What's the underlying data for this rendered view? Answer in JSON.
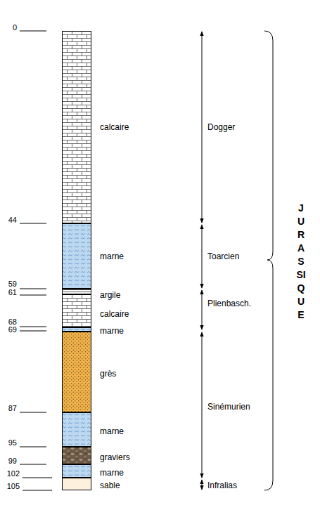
{
  "diagram": {
    "nodes": [
      {
        "text": [
          "calcaire"
        ]
      },
      {
        "text": [
          "marne"
        ]
      },
      {
        "text": [
          "argile"
        ]
      },
      {
        "text": [
          "calcaire"
        ]
      },
      {
        "text": [
          "marne"
        ]
      },
      {
        "text": [
          "grès"
        ]
      },
      {
        "text": [
          "marne"
        ]
      },
      {
        "text": [
          "graviers"
        ]
      },
      {
        "text": [
          "marne"
        ]
      },
      {
        "text": [
          "sable"
        ]
      }
    ],
    "labels": [
      "0",
      "44",
      "59",
      "61",
      "68",
      "69",
      "87",
      "95",
      "99",
      "102",
      "105",
      "Dogger",
      "Toarcien",
      "Plienbasch.",
      "Sinémurien",
      "Infralias",
      "JURASSIQUE"
    ]
  }
}
